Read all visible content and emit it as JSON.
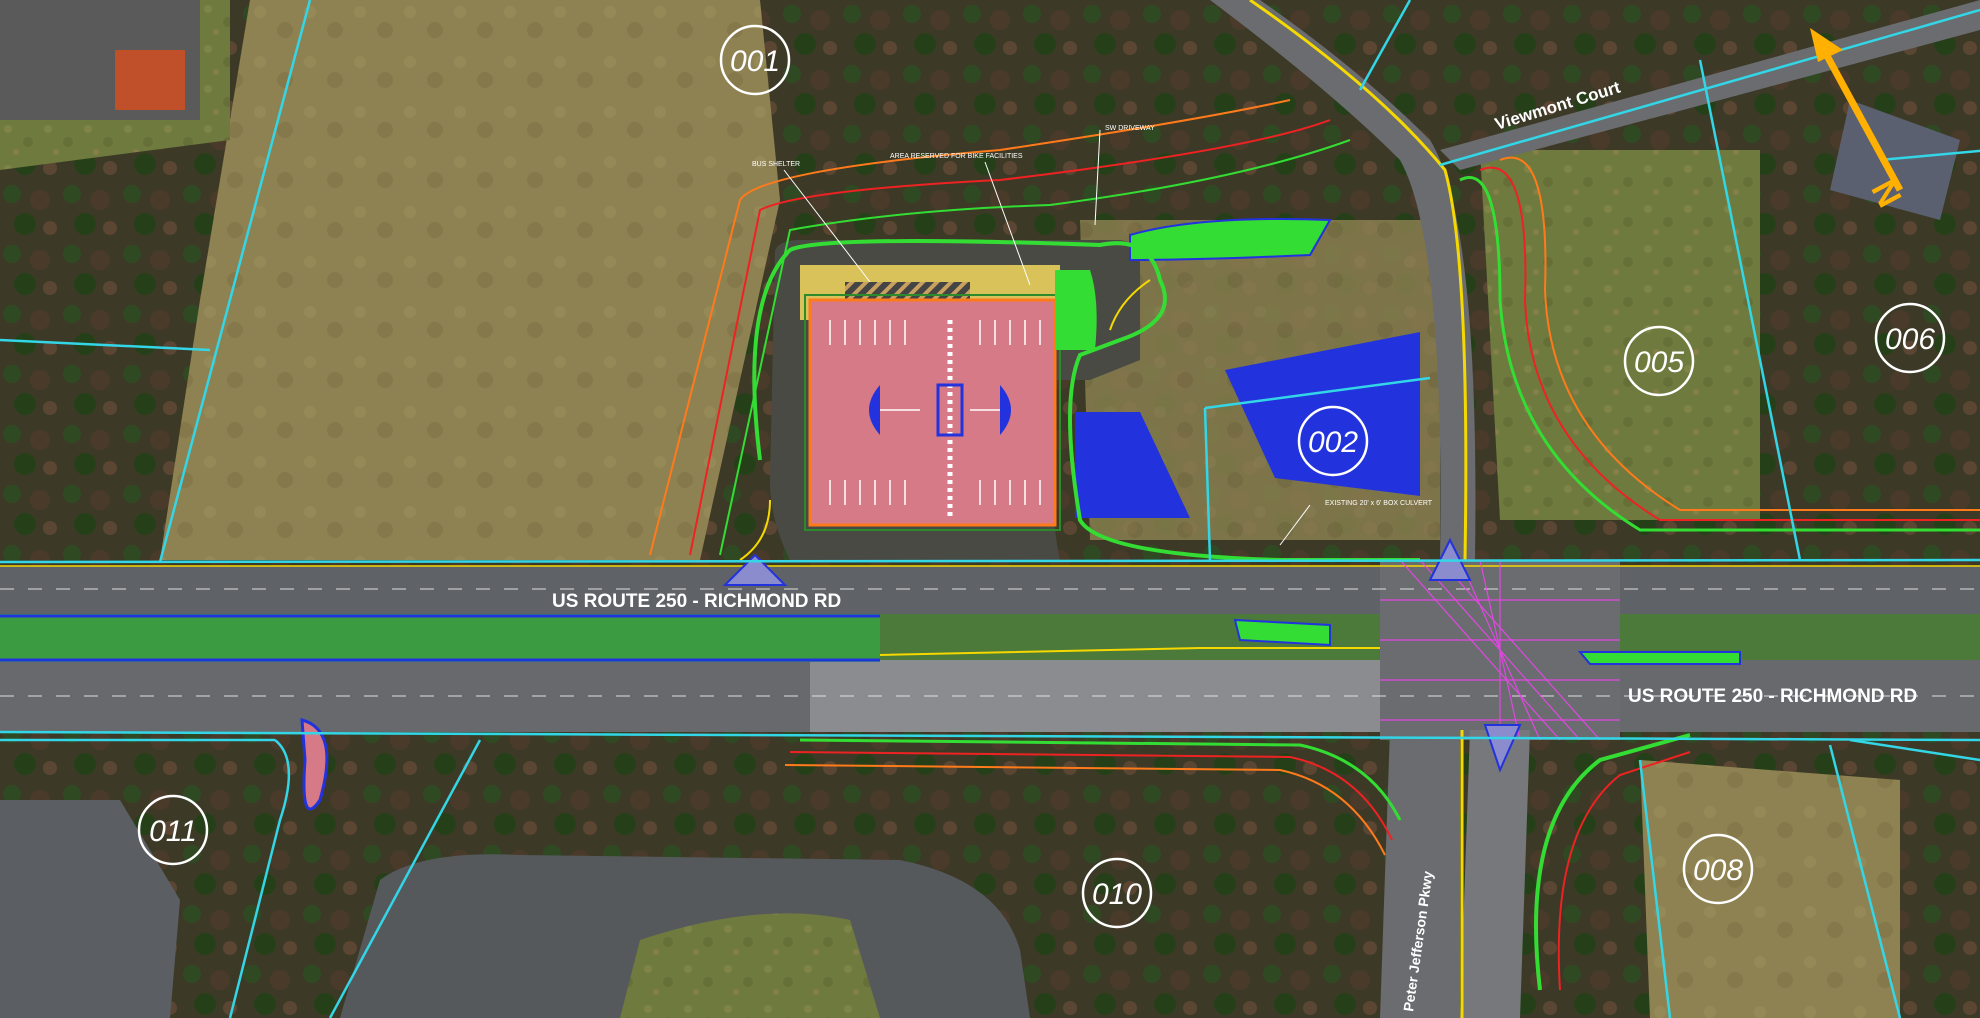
{
  "roads": {
    "route_250_west": "US ROUTE 250 - RICHMOND RD",
    "route_250_east": "US ROUTE 250 - RICHMOND RD",
    "viewmont": "Viewmont Court",
    "peter_jefferson": "Peter Jefferson Pkwy"
  },
  "parcels": [
    "001",
    "002",
    "005",
    "006",
    "008",
    "010",
    "011"
  ],
  "callouts": {
    "bus_shelter": "BUS SHELTER",
    "area_reserved": "AREA RESERVED FOR BIKE FACILITIES",
    "sw_driveway": "SW DRIVEWAY",
    "existing_box": "EXISTING 20' x 6' BOX CULVERT"
  },
  "north_arrow": {
    "label": "N"
  },
  "colors": {
    "parcel_line": "#33d6e6",
    "limits_green": "#33dd33",
    "limits_red": "#ee2222",
    "limits_orange": "#ff7a1a",
    "pavement_blue": "#2233dd",
    "yellow_line": "#f5d800",
    "conflict_magenta": "#ee44ee",
    "parking_pink": "#d57a86",
    "north_arrow": "#ffb000"
  }
}
